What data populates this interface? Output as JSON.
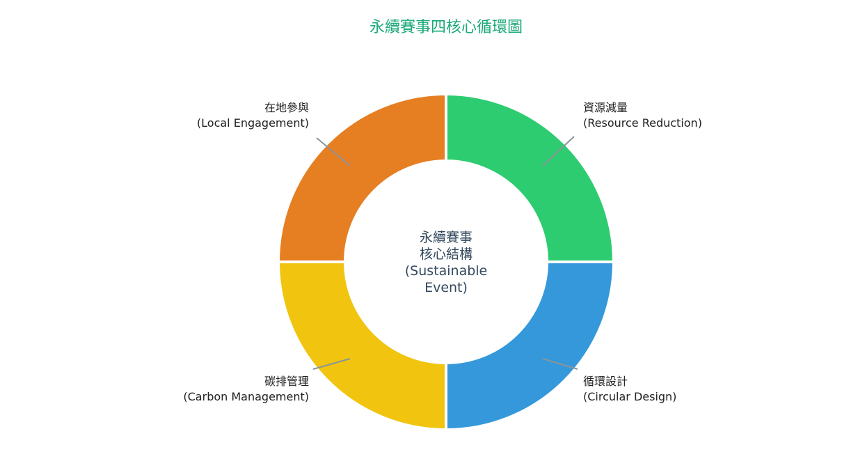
{
  "chart_data": {
    "type": "pie",
    "title": "永續賽事四核心循環圖",
    "center_label": [
      "永續賽事",
      "核心結構",
      "(Sustainable",
      "Event)"
    ],
    "slices": [
      {
        "label_zh": "資源減量",
        "label_en": "(Resource Reduction)",
        "value": 25,
        "color": "#2ecc71"
      },
      {
        "label_zh": "循環設計",
        "label_en": "(Circular Design)",
        "value": 25,
        "color": "#3498db"
      },
      {
        "label_zh": "碳排管理",
        "label_en": "(Carbon Management)",
        "value": 25,
        "color": "#f1c40f"
      },
      {
        "label_zh": "在地參與",
        "label_en": "(Local Engagement)",
        "value": 25,
        "color": "#e67e22"
      }
    ],
    "hole": true,
    "legend": "none"
  },
  "colors": {
    "title": "#1aa87a",
    "center_text": "#34495e",
    "label_text": "#222222",
    "leader_line": "#8a9499",
    "slice_border": "#ffffff"
  }
}
